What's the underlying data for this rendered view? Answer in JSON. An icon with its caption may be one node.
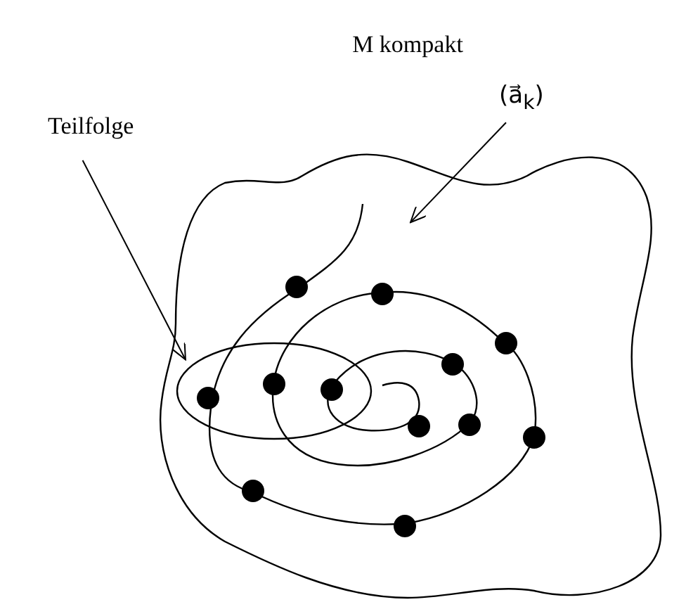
{
  "diagram": {
    "nodes": [
      {
        "text": [
          "M kompakt"
        ]
      },
      {
        "text": [
          "Teilfolge"
        ]
      },
      {
        "text": [
          "(a⃗$_{k}$)"
        ]
      },
      {
        "text": [],
        "shape": "ellipse",
        "in": 0
      },
      {
        "text": [],
        "shape": "spiral",
        "in": 0
      }
    ],
    "edges": [
      {
        "from": 1,
        "to": 3,
        "arrow": "to"
      },
      {
        "from": 2,
        "to": 4,
        "arrow": "to"
      }
    ]
  }
}
